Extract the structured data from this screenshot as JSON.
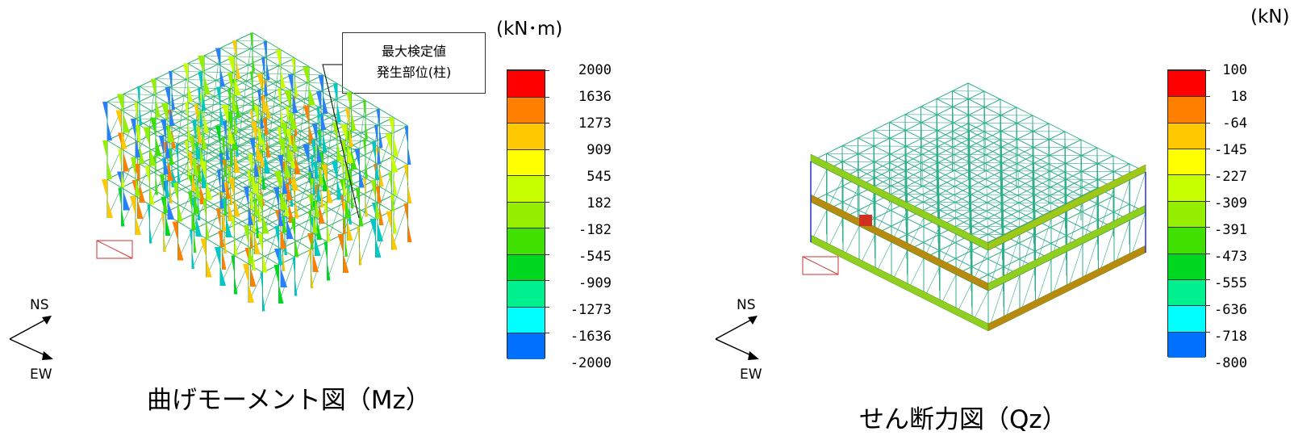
{
  "panels": [
    {
      "id": "moment",
      "caption": "曲げモーメント図（Mz）",
      "unit": "(kN･m)",
      "callout": [
        "最大検定値",
        "発生部位(柱)"
      ],
      "compass": {
        "ns": "NS",
        "ew": "EW"
      },
      "scale": {
        "labels": [
          "2000",
          "1636",
          "1273",
          "909",
          "545",
          "182",
          "-182",
          "-545",
          "-909",
          "-1273",
          "-1636",
          "-2000"
        ],
        "colors": [
          "#ff0000",
          "#ff7f00",
          "#ffc800",
          "#ffff00",
          "#c8ff00",
          "#96ee00",
          "#40e000",
          "#00d820",
          "#00f090",
          "#00ffff",
          "#0070ff"
        ]
      }
    },
    {
      "id": "shear",
      "caption": "せん断力図（Qz）",
      "unit": "(kN)",
      "compass": {
        "ns": "NS",
        "ew": "EW"
      },
      "scale": {
        "labels": [
          "100",
          "18",
          "-64",
          "-145",
          "-227",
          "-309",
          "-391",
          "-473",
          "-555",
          "-636",
          "-718",
          "-800"
        ],
        "colors": [
          "#ff0000",
          "#ff7f00",
          "#ffc800",
          "#ffff00",
          "#c8ff00",
          "#96ee00",
          "#40e000",
          "#00d820",
          "#00f090",
          "#00ffff",
          "#0070ff"
        ]
      }
    }
  ]
}
